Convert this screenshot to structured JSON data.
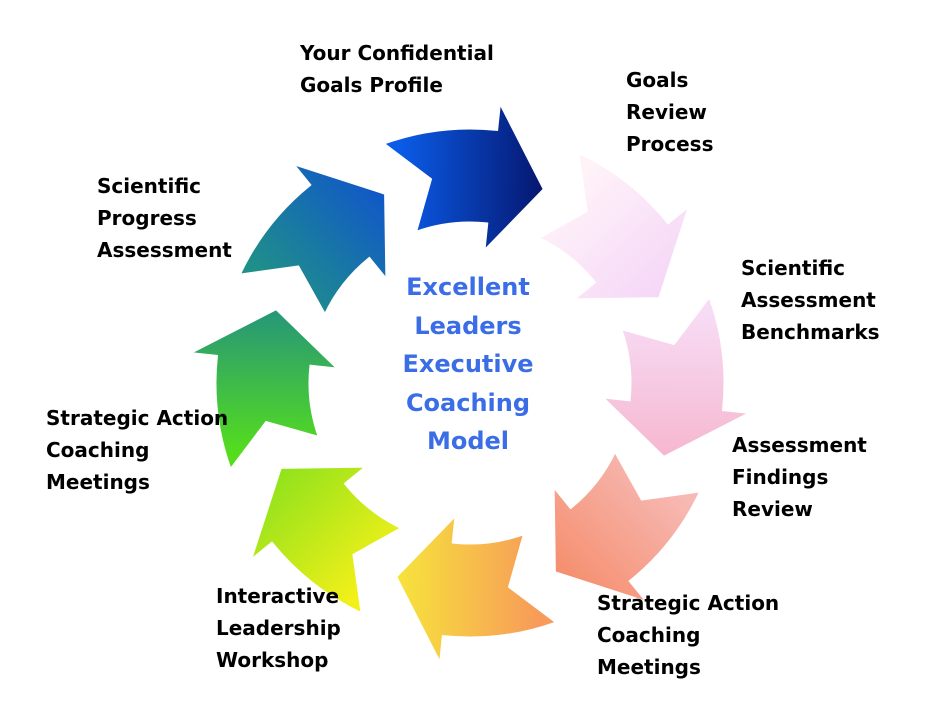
{
  "center": {
    "lines": [
      "Excellent",
      "Leaders",
      "Executive",
      "Coaching",
      "Model"
    ],
    "color": "#3b6ee6"
  },
  "steps": [
    {
      "lines": [
        "Your Confidential",
        "Goals Profile"
      ],
      "color_start": "#0a5ce8",
      "color_end": "#06166e"
    },
    {
      "lines": [
        "Goals",
        "Review",
        "Process"
      ],
      "color_start": "#fff3f8",
      "color_end": "#f5d6f7"
    },
    {
      "lines": [
        "Scientific",
        "Assessment",
        "Benchmarks"
      ],
      "color_start": "#f7dcf5",
      "color_end": "#f6b7cf"
    },
    {
      "lines": [
        "Assessment",
        "Findings",
        "Review"
      ],
      "color_start": "#f7b9b4",
      "color_end": "#f58e6d"
    },
    {
      "lines": [
        "Strategic Action",
        "Coaching",
        "Meetings"
      ],
      "color_start": "#f79a5a",
      "color_end": "#f7e43b"
    },
    {
      "lines": [
        "Interactive",
        "Leadership",
        "Workshop"
      ],
      "color_start": "#f3f019",
      "color_end": "#8fe21c"
    },
    {
      "lines": [
        "Strategic Action",
        "Coaching",
        "Meetings"
      ],
      "color_start": "#55dd1d",
      "color_end": "#25957a"
    },
    {
      "lines": [
        "Scientific",
        "Progress",
        "Assessment"
      ],
      "color_start": "#1f8f8a",
      "color_end": "#1057c9"
    }
  ]
}
